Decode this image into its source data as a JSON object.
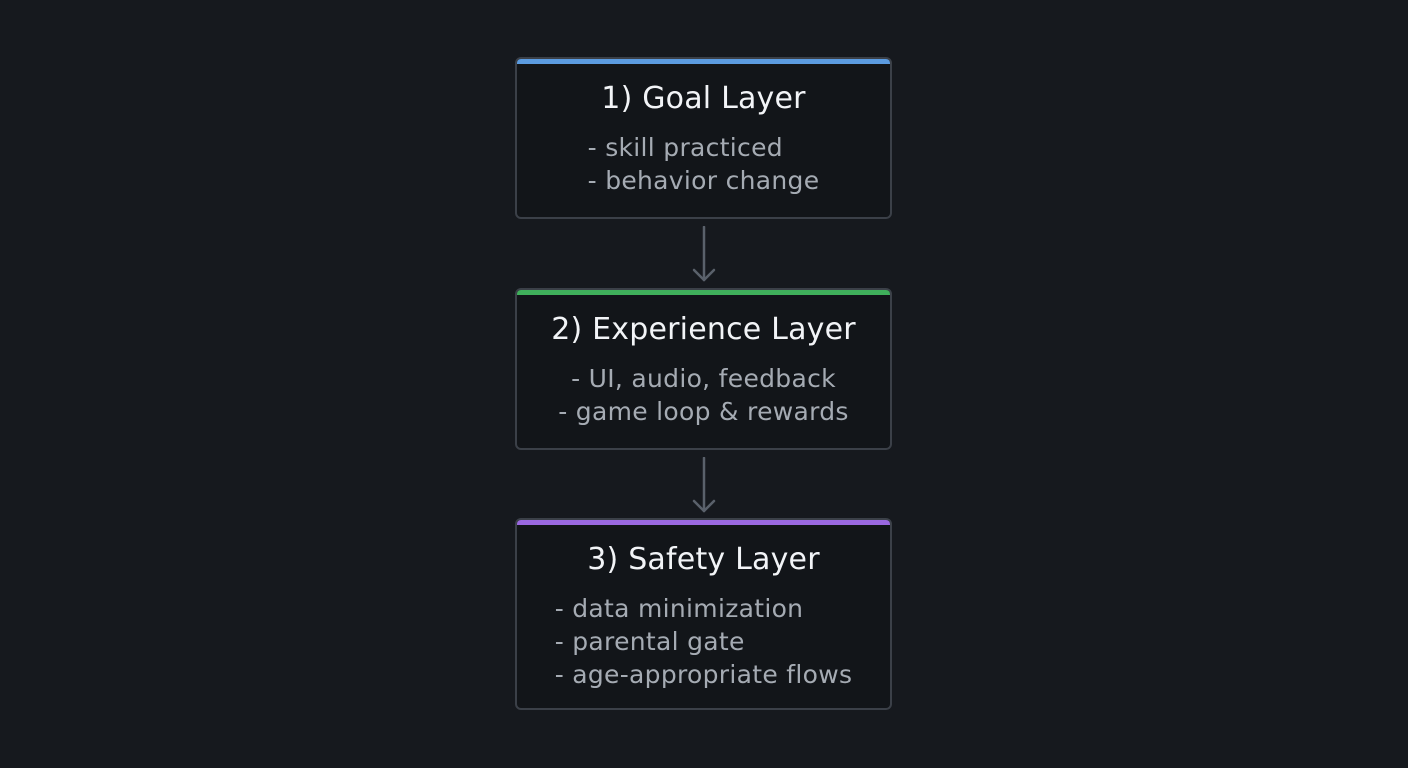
{
  "diagram": {
    "type": "vertical-flow",
    "colors": {
      "background": "#16191e",
      "box_fill": "#121519",
      "box_border": "#3b4048",
      "arrow": "#5a616b",
      "title_text": "#f2f4f7",
      "bullet_text": "#a5abb3"
    },
    "layers": [
      {
        "title": "1) Goal Layer",
        "accent": "#5b9be0",
        "bullets": [
          "- skill practiced",
          "- behavior change"
        ]
      },
      {
        "title": "2) Experience Layer",
        "accent": "#3faf5b",
        "bullets": [
          "- UI, audio, feedback",
          "- game loop & rewards"
        ]
      },
      {
        "title": "3) Safety Layer",
        "accent": "#9a68e0",
        "bullets": [
          "- data minimization",
          "- parental gate",
          "- age-appropriate flows"
        ]
      }
    ],
    "edges": [
      {
        "from": "1) Goal Layer",
        "to": "2) Experience Layer"
      },
      {
        "from": "2) Experience Layer",
        "to": "3) Safety Layer"
      }
    ]
  }
}
